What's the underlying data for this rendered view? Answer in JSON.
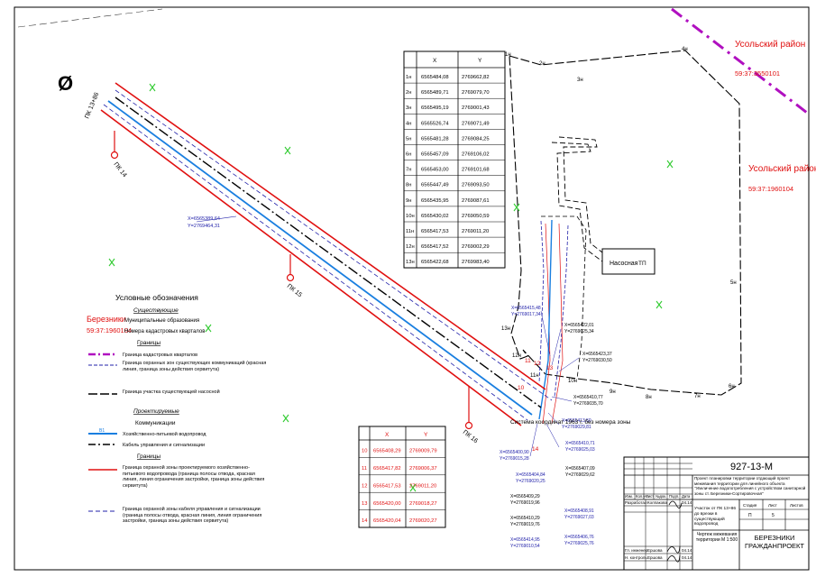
{
  "north_arrow": {
    "symbol": "Ø"
  },
  "district_labels": [
    {
      "name": "Усольский район",
      "cadastre": "59:37:3550101"
    },
    {
      "name": "Усольский район",
      "cadastre": "59:37:1960104"
    }
  ],
  "picket_labels": [
    "ПК 14",
    "ПК 15",
    "ПК 16"
  ],
  "route_start_label": "ПК 13+86",
  "coordinate_callouts": [
    {
      "x": "X=6565389,64",
      "y": "Y=2769464,31"
    },
    {
      "x": "X=6565415,48",
      "y": "Y=2769017,34"
    },
    {
      "x": "X=6565422,01",
      "y": "Y=2769025,34"
    },
    {
      "x": "X=6565423,37",
      "y": "Y=2769030,50"
    },
    {
      "x": "X=6565410,77",
      "y": "Y=2769035,70"
    },
    {
      "x": "X=6565413,50",
      "y": "Y=2769029,81"
    },
    {
      "x": "X=6565410,71",
      "y": "Y=2769025,03"
    },
    {
      "x": "X=6565407,09",
      "y": "Y=2769029,62"
    },
    {
      "x": "X=6565400,90",
      "y": "Y=2769015,28"
    },
    {
      "x": "X=6565404,84",
      "y": "Y=2769020,25"
    },
    {
      "x": "X=6565409,29",
      "y": "Y=2769019,96"
    },
    {
      "x": "X=6565410,29",
      "y": "Y=2769019,76"
    },
    {
      "x": "X=6565408,91",
      "y": "Y=2769027,03"
    },
    {
      "x": "X=6565414,95",
      "y": "Y=2769010,54"
    },
    {
      "x": "X=6565406,76",
      "y": "Y=2769025,76"
    }
  ],
  "point_labels_main": [
    "1н",
    "2н",
    "3н",
    "4н",
    "5н",
    "6н",
    "7н",
    "8н",
    "9н",
    "10н",
    "11н",
    "12н",
    "13н"
  ],
  "zone_point_numbers": [
    "10",
    "11",
    "12",
    "13",
    "14"
  ],
  "pump_station_label": "Насосная",
  "pump_station_code": "ТП",
  "coordinate_system_note": "Система координат 1963 г. без номера зоны",
  "coord_table_main": {
    "headers": [
      "",
      "X",
      "Y"
    ],
    "rows": [
      [
        "1н",
        "6565484,08",
        "2769662,82"
      ],
      [
        "2н",
        "6565489,71",
        "2769079,70"
      ],
      [
        "3н",
        "6565495,19",
        "2769001,43"
      ],
      [
        "4н",
        "6565526,74",
        "2769071,49"
      ],
      [
        "5н",
        "6565481,28",
        "2769084,25"
      ],
      [
        "6н",
        "6565457,09",
        "2769106,02"
      ],
      [
        "7н",
        "6565453,00",
        "2769101,68"
      ],
      [
        "8н",
        "6565447,49",
        "2769093,50"
      ],
      [
        "9н",
        "6565435,95",
        "2769087,61"
      ],
      [
        "10н",
        "6565430,02",
        "2769050,59"
      ],
      [
        "11н",
        "6565417,53",
        "2769011,20"
      ],
      [
        "12н",
        "6565417,52",
        "2769002,29"
      ],
      [
        "13н",
        "6565422,68",
        "2769983,40"
      ]
    ]
  },
  "coord_table_zone": {
    "headers": [
      "",
      "X",
      "Y"
    ],
    "rows": [
      [
        "10",
        "6565408,29",
        "2769009,79"
      ],
      [
        "11",
        "6565417,82",
        "2769006,37"
      ],
      [
        "12",
        "6565417,53",
        "2769011,20"
      ],
      [
        "13",
        "6565420,00",
        "2769018,27"
      ],
      [
        "14",
        "6565420,04",
        "2769020,27"
      ]
    ]
  },
  "legend": {
    "title": "Условные обозначения",
    "existing_header": "Существующие",
    "existing_items": [
      {
        "sample": "Березники",
        "text": "Муниципальные образования"
      },
      {
        "sample": "59:37:1960104",
        "text": "Номера кадастровых кварталов"
      }
    ],
    "boundaries_header": "Границы",
    "boundary_items": [
      "Граница кадастровых кварталов",
      "Граница охранных зон существующих коммуникаций (красная линия, граница зоны действия сервитута)",
      "Граница участка существующей насосной"
    ],
    "designed_header": "Проектируемые",
    "communications_header": "Коммуникации",
    "communication_items": [
      {
        "code": "В1",
        "text": "Хозяйственно-питьевой водопровод"
      },
      {
        "code": "",
        "text": "Кабель управления и сигнализации"
      }
    ],
    "boundaries2_header": "Границы",
    "boundary2_items": [
      "Граница охранной зоны проектируемого хозяйственно-питьевого водопровода (граница полосы отвода, красная линия, линия ограничения застройки, граница зоны действия сервитута)",
      "Граница охранной зоны кабеля управления и сигнализации (граница полосы отвода, красная линия, линия ограничения застройки, граница зоны действия сервитута)"
    ]
  },
  "title_block": {
    "code": "927-13-М",
    "description": "Проект планировки территории отдающий проект межевания территории для линейного объекта \"Увеличение водопотребления с устройством санитарной зоны ст. Березники-Сортировочная\"",
    "header_cols": [
      "Изм.",
      "Кол.уч.",
      "Лист",
      "№док.",
      "Подп.",
      "Дата"
    ],
    "developed_label": "Разработал",
    "developed_name": "Колпакова",
    "date1": "04.14",
    "section_title": "Участок от ПК 13+86 до врезки в существующий водопровод",
    "stage_headers": [
      "Стадия",
      "Лист",
      "Листов"
    ],
    "stage_value": "П",
    "sheet_number": "5",
    "sheet_title": "Чертеж межевания территории М 1:500",
    "chief_engineer_label": "Гл. инженер",
    "chief_engineer_name": "Ершова",
    "norm_control_label": "Н. контроль",
    "norm_control_name": "Ершова",
    "date2": "04.14",
    "date3": "04.14",
    "company": "БЕРЕЗНИКИ ГРАЖДАНПРОЕКТ"
  },
  "colors": {
    "red": "#e01010",
    "blue": "#1a7fe0",
    "navy": "#2222aa",
    "magenta": "#b010c0",
    "green": "#33cc33"
  }
}
